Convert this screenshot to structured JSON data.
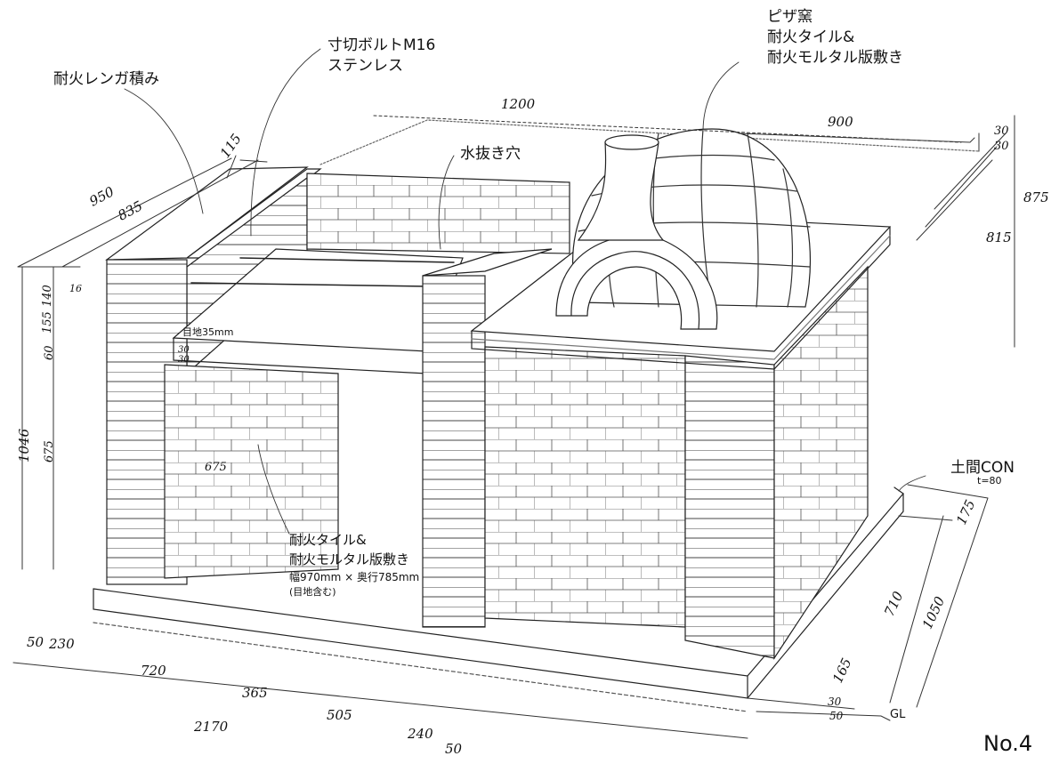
{
  "drawing": {
    "sheet_number": "No.4",
    "annotations": {
      "refractory_brick": "耐火レンガ積み",
      "bolt_line1": "寸切ボルトM16",
      "bolt_line2": "ステンレス",
      "drain_hole": "水抜き穴",
      "pizza_kiln_line1": "ピザ窯",
      "pizza_kiln_line2": "耐火タイル&",
      "pizza_kiln_line3": "耐火モルタル版敷き",
      "joint": "目地35mm",
      "floor_tile_line1": "耐火タイル&",
      "floor_tile_line2": "耐火モルタル版敷き",
      "floor_tile_line3": "幅970mm × 奥行785mm",
      "floor_tile_line4": "(目地含む)",
      "slab_line1": "土間CON",
      "slab_line2": "t=80",
      "ground_level": "GL"
    },
    "dimensions": {
      "top_depth": "1200",
      "kiln_width": "900",
      "left_950": "950",
      "left_835": "835",
      "wall_115": "115",
      "right_30a": "30",
      "right_30b": "30",
      "right_875": "875",
      "right_815": "815",
      "left_1046": "1046",
      "left_140": "140",
      "left_16": "16",
      "left_155": "155",
      "left_60": "60",
      "left_675": "675",
      "inner_675": "675",
      "counter_30a": "30",
      "counter_30b": "30",
      "base_50": "50",
      "base_230": "230",
      "base_720": "720",
      "base_365": "365",
      "base_505": "505",
      "base_240": "240",
      "base_50b": "50",
      "total_2170": "2170",
      "side_175": "175",
      "side_710": "710",
      "side_1050": "1050",
      "side_165": "165",
      "side_30": "30",
      "side_50": "50"
    }
  }
}
